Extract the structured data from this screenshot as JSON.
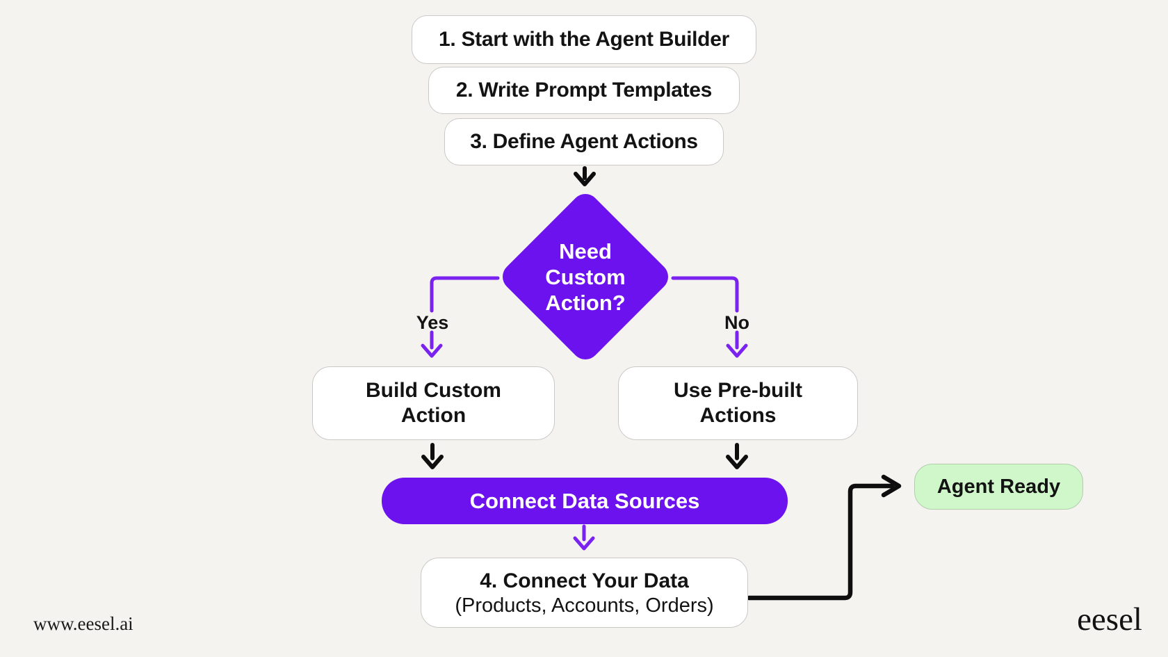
{
  "colors": {
    "background": "#F4F3F0",
    "purple": "#6C12EE",
    "purple_line": "#7A22F0",
    "node_fill": "#FFFFFF",
    "node_border": "#CBC9C7",
    "green_fill": "#D0F7CA",
    "green_border": "#AFCFAB",
    "ink": "#131313",
    "arrow_black": "#0E0E0E"
  },
  "flow": {
    "step1": "1. Start with the Agent Builder",
    "step2": "2. Write Prompt Templates",
    "step3": "3. Define Agent Actions",
    "decision": {
      "line1": "Need",
      "line2": "Custom",
      "line3": "Action?"
    },
    "yes_label": "Yes",
    "no_label": "No",
    "build_custom": {
      "line1": "Build Custom",
      "line2": "Action"
    },
    "prebuilt": {
      "line1": "Use Pre-built",
      "line2": "Actions"
    },
    "connect_sources": "Connect Data Sources",
    "step4_title": "4. Connect Your Data",
    "step4_subtitle": "(Products, Accounts, Orders)",
    "agent_ready": "Agent Ready"
  },
  "footer": {
    "website": "www.eesel.ai",
    "brand": "eesel"
  }
}
